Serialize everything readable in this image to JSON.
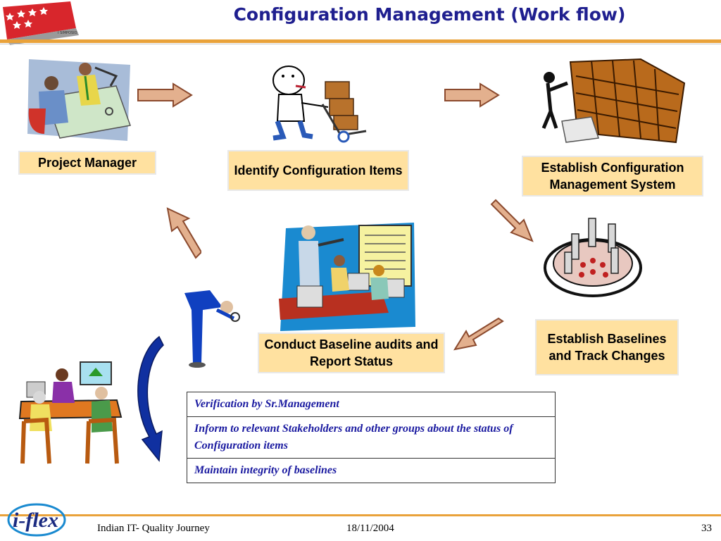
{
  "slide": {
    "title": "Configuration Management (Work flow)",
    "logo_caption": "I SIMPOSIO"
  },
  "boxes": {
    "project_manager": "Project Manager",
    "identify": "Identify Configuration Items",
    "establish_cms": "Establish Configuration Management System",
    "establish_baselines": "Establish Baselines and Track Changes",
    "conduct_audits": "Conduct Baseline audits and Report Status"
  },
  "table": {
    "rows": [
      "Verification by Sr.Management",
      "Inform to relevant Stakeholders and other groups about the status of Configuration items",
      "Maintain integrity of baselines"
    ]
  },
  "footer": {
    "logo_text": "i-flex",
    "left": "Indian IT- Quality Journey",
    "date": "18/11/2004",
    "page": "33"
  },
  "colors": {
    "title": "#1f1f8f",
    "box_fill": "#ffe1a0",
    "arrow_fill": "#e3b08e",
    "arrow_stroke": "#8b4a2e",
    "rule": "#e9a23a",
    "blue_arrow": "#1030a0"
  },
  "icons": {
    "top_left_logo": "stars-flag-logo",
    "project_manager_art": "designers-at-drafting-table",
    "identify_art": "man-pushing-boxes-cart",
    "cms_art": "person-filing-into-shelves",
    "baselines_art": "test-tube-rack",
    "audit_art": "presenter-and-computer-team",
    "inspector_art": "inspector-with-magnifier",
    "meeting_art": "team-meeting-at-table",
    "footer_logo": "iflex-logo"
  }
}
